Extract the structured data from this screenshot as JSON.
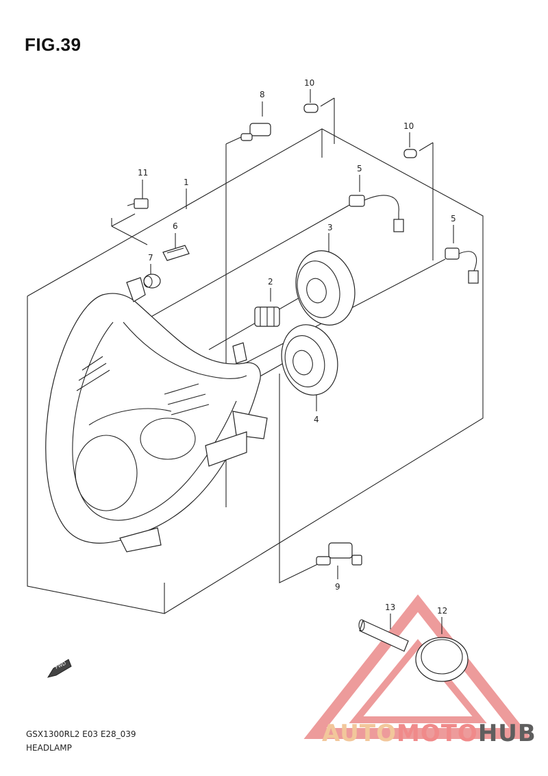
{
  "figure": {
    "title": "FIG.39",
    "model_code": "GSX1300RL2 E03 E28_039",
    "section_name": "HEADLAMP"
  },
  "callouts": [
    "1",
    "2",
    "3",
    "4",
    "5",
    "5",
    "6",
    "7",
    "8",
    "9",
    "10",
    "10",
    "11",
    "12",
    "13"
  ],
  "direction_marker": "FWD",
  "watermark": {
    "part1": "AUTO",
    "part2": "MOTO",
    "part3": "HUB",
    "colors": {
      "triangle": "#e04a4a",
      "auto": "#f2c79b",
      "moto": "#f08a8a",
      "hub": "#5e5e5e"
    }
  }
}
